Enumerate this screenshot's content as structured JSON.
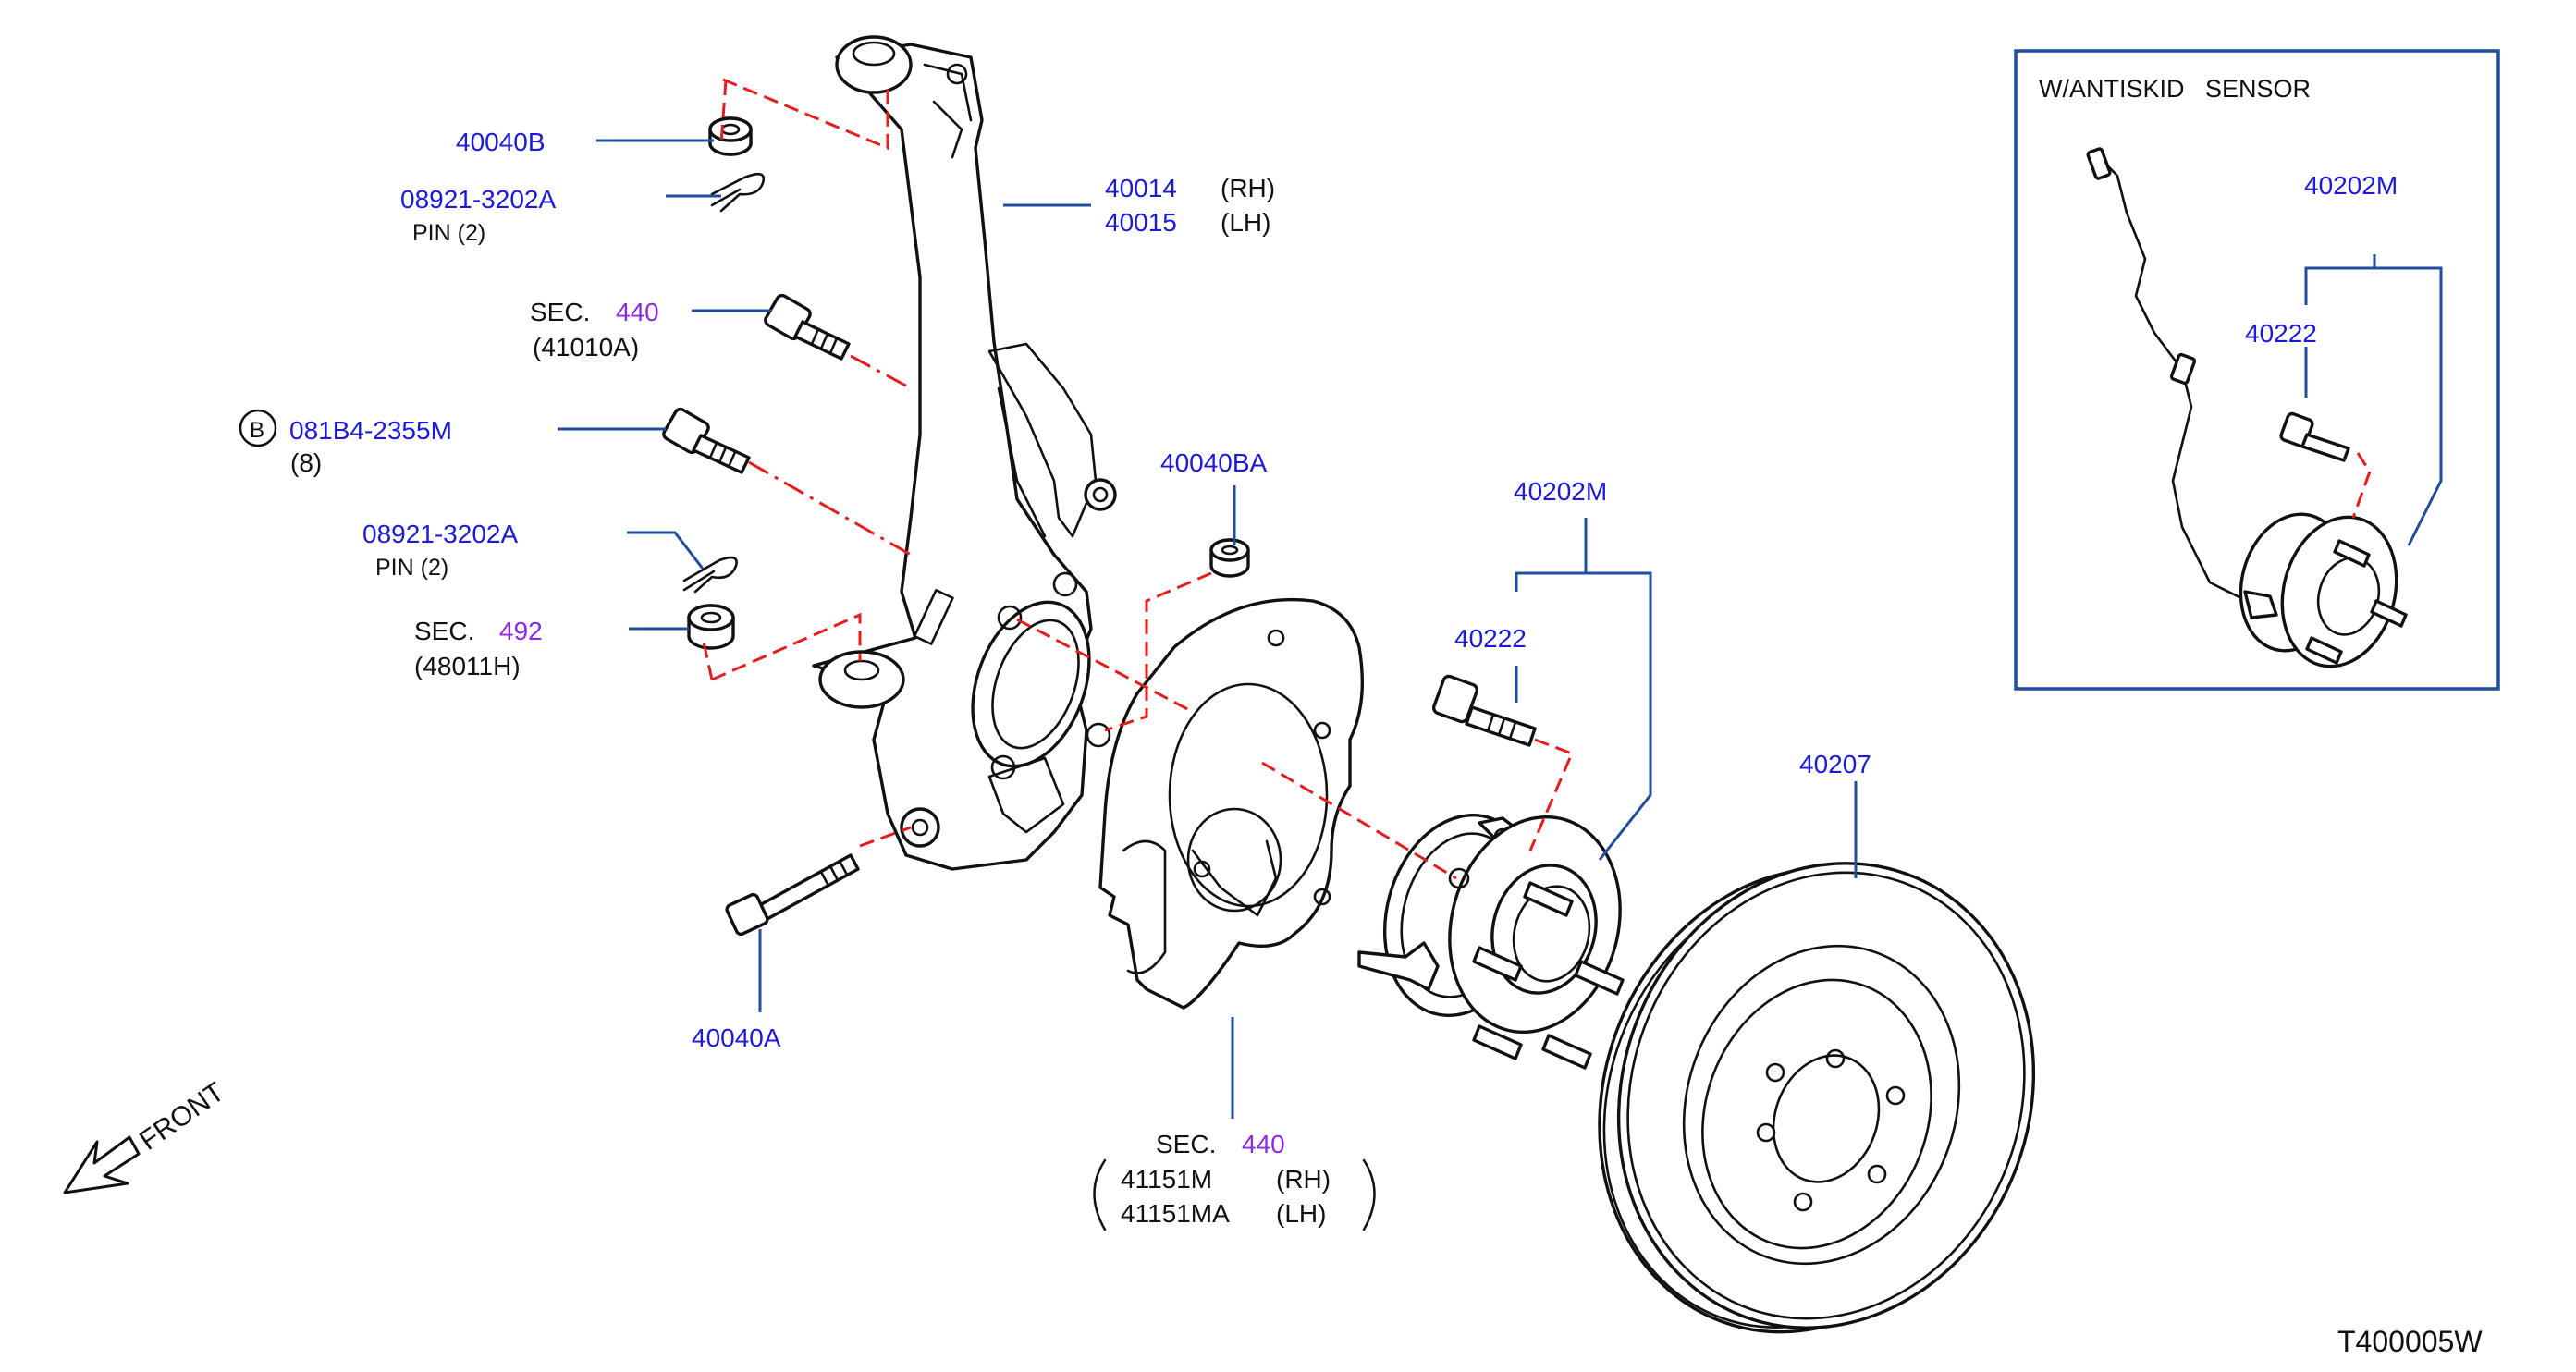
{
  "diagram_code": "T400005W",
  "front_label": "FRONT",
  "inset": {
    "title": "W/ANTISKID   SENSOR",
    "hub_part": "40202M",
    "bolt_part": "40222"
  },
  "labels": {
    "nut_top": "40040B",
    "cotter_pin_top": "08921-3202A",
    "cotter_pin_top_qty": "PIN  (2)",
    "knuckle_rh": "40014",
    "knuckle_rh_side": "(RH)",
    "knuckle_lh": "40015",
    "knuckle_lh_side": "(LH)",
    "sec_bolt_prefix": "SEC.",
    "sec_bolt_num": "440",
    "sec_bolt_ref": "(41010A)",
    "b_marker": "B",
    "bolt_b": "081B4-2355M",
    "bolt_b_qty": "(8)",
    "cotter_pin_mid": "08921-3202A",
    "cotter_pin_mid_qty": "PIN  (2)",
    "sec_nut_prefix": "SEC.",
    "sec_nut_num": "492",
    "sec_nut_ref": "(48011H)",
    "bolt_bottom": "40040A",
    "nut_ba": "40040BA",
    "hub_assy": "40202M",
    "hub_bolt": "40222",
    "rotor": "40207",
    "shield_sec_prefix": "SEC.",
    "shield_sec_num": "440",
    "shield_rh": "41151M",
    "shield_rh_side": "(RH)",
    "shield_lh": "41151MA",
    "shield_lh_side": "(LH)"
  }
}
